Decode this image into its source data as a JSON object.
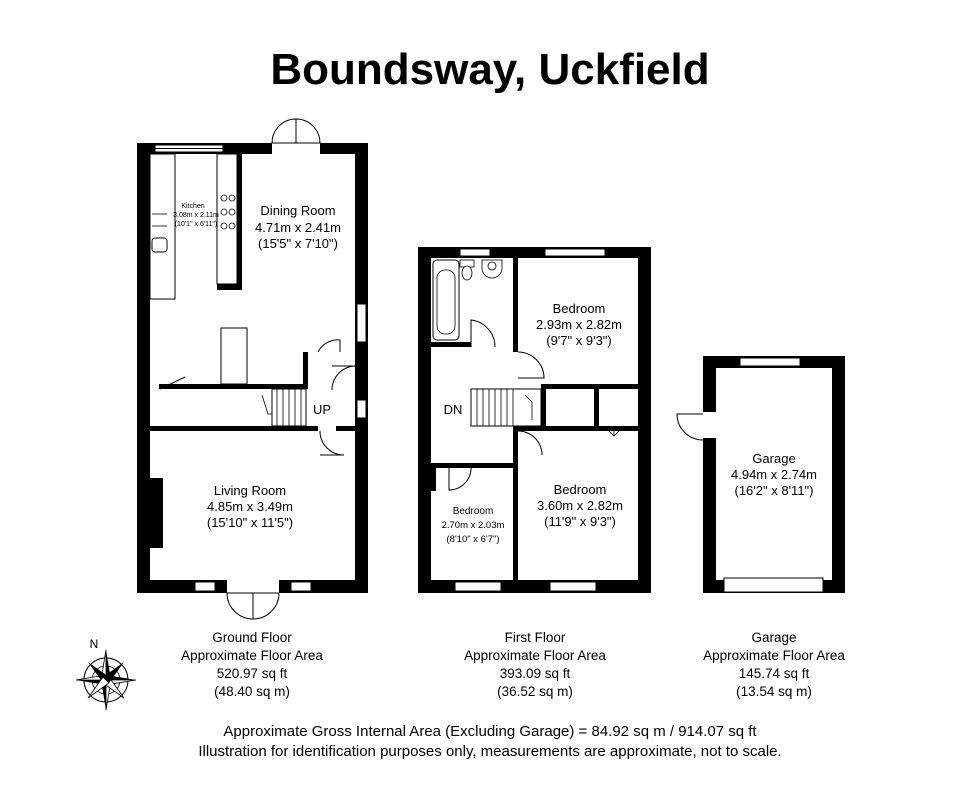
{
  "title": "Boundsway, Uckfield",
  "rooms": {
    "kitchen": {
      "name": "Kitchen",
      "dim_m": "3.08m x 2.11m",
      "dim_ft": "(10'1\" x 6'11\")"
    },
    "dining": {
      "name": "Dining Room",
      "dim_m": "4.71m x 2.41m",
      "dim_ft": "(15'5\" x 7'10\")"
    },
    "living": {
      "name": "Living Room",
      "dim_m": "4.85m x 3.49m",
      "dim_ft": "(15'10\" x 11'5\")"
    },
    "bedroom1": {
      "name": "Bedroom",
      "dim_m": "2.93m x 2.82m",
      "dim_ft": "(9'7\" x 9'3\")"
    },
    "bedroom2": {
      "name": "Bedroom",
      "dim_m": "3.60m x 2.82m",
      "dim_ft": "(11'9\" x 9'3\")"
    },
    "bedroom3": {
      "name": "Bedroom",
      "dim_m": "2.70m x 2.03m",
      "dim_ft": "(8'10\" x 6'7\")"
    },
    "garage": {
      "name": "Garage",
      "dim_m": "4.94m x 2.74m",
      "dim_ft": "(16'2\" x 8'11\")"
    }
  },
  "stairs": {
    "up": "UP",
    "down": "DN"
  },
  "compass": {
    "north": "N"
  },
  "captions": {
    "ground": {
      "floor": "Ground Floor",
      "label": "Approximate Floor Area",
      "sqft": "520.97 sq ft",
      "sqm": "(48.40 sq m)"
    },
    "first": {
      "floor": "First Floor",
      "label": "Approximate Floor Area",
      "sqft": "393.09 sq ft",
      "sqm": "(36.52 sq m)"
    },
    "garage": {
      "floor": "Garage",
      "label": "Approximate Floor Area",
      "sqft": "145.74 sq ft",
      "sqm": "(13.54 sq m)"
    }
  },
  "footer": {
    "line1": "Approximate Gross Internal Area (Excluding Garage) = 84.92 sq m / 914.07 sq ft",
    "line2": "Illustration for identification purposes only, measurements are approximate, not to scale."
  },
  "colors": {
    "wall": "#000000",
    "background": "#ffffff",
    "window": "#ffffff"
  }
}
